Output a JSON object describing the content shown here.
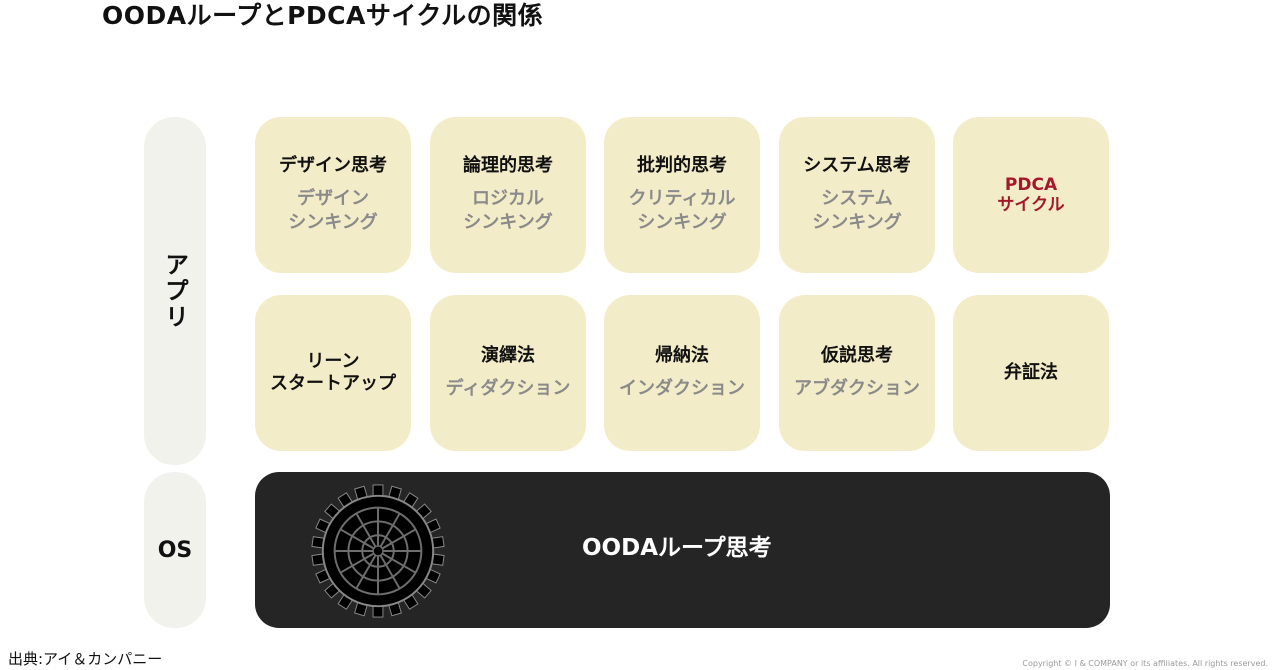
{
  "title": "OODAループとPDCAサイクルの関係",
  "layers": {
    "app_label": "アプリ",
    "os_label": "OS"
  },
  "row1": [
    {
      "main": "デザイン思考",
      "sub": "デザイン\nシンキング"
    },
    {
      "main": "論理的思考",
      "sub": "ロジカル\nシンキング"
    },
    {
      "main": "批判的思考",
      "sub": "クリティカル\nシンキング"
    },
    {
      "main": "システム思考",
      "sub": "システム\nシンキング"
    },
    {
      "main": "PDCA\nサイクル",
      "sub": ""
    }
  ],
  "row2": [
    {
      "main": "リーン\nスタートアップ",
      "sub": ""
    },
    {
      "main": "演繹法",
      "sub": "ディダクション"
    },
    {
      "main": "帰納法",
      "sub": "インダクション"
    },
    {
      "main": "仮説思考",
      "sub": "アブダクション"
    },
    {
      "main": "弁証法",
      "sub": ""
    }
  ],
  "os_box": {
    "label": "OODAループ思考",
    "icon": "gear-icon"
  },
  "footer": {
    "source": "出典:アイ＆カンパニー",
    "copyright": "Copyright © I & COMPANY or its affiliates. All rights reserved."
  },
  "colors": {
    "card_bg": "#f3ecc9",
    "side_bg": "#f2f2ed",
    "os_bg": "#252525",
    "pdca_accent": "#a3182b",
    "sub_text": "#8a8a8a"
  }
}
